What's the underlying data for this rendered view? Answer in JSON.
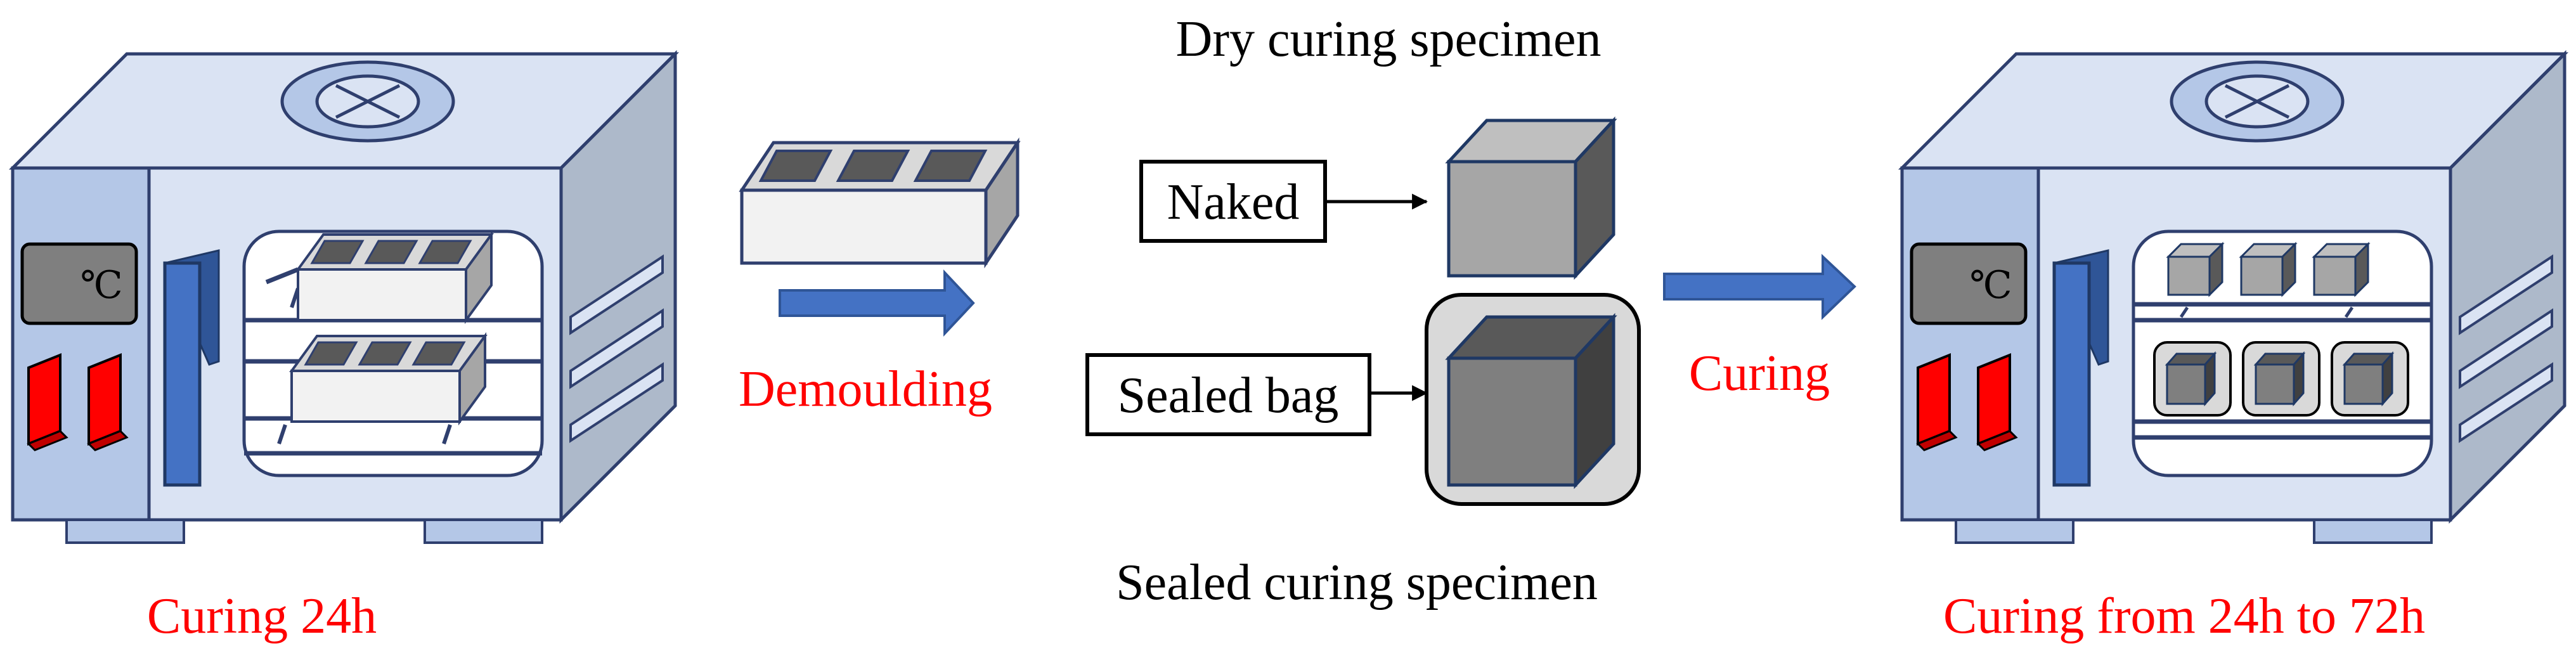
{
  "labels": {
    "dry_curing": "Dry curing specimen",
    "sealed_curing": "Sealed curing specimen",
    "naked": "Naked",
    "sealed_bag": "Sealed bag",
    "demoulding": "Demoulding",
    "curing": "Curing",
    "curing_24h": "Curing 24h",
    "curing_24_72": "Curing from 24h to 72h",
    "temp_unit_left": "℃",
    "temp_unit_right": "℃"
  },
  "colors": {
    "accent_red": "#ff0000",
    "arrow_blue": "#4472c4",
    "oven_body": "#dae3f3",
    "oven_door": "#b4c7e7",
    "oven_side": "#adb9ca",
    "outline_navy": "#2f3f6e",
    "cube_naked_front": "#a6a6a6",
    "cube_sealed_front": "#7f7f7f",
    "bag_fill": "#d9d9d9"
  },
  "icons": {
    "fan": "fan-icon",
    "switch": "power-switch-icon",
    "arrow": "right-arrow-icon",
    "oven": "curing-oven-icon",
    "mould": "mould-icon",
    "cube": "cube-specimen-icon"
  }
}
